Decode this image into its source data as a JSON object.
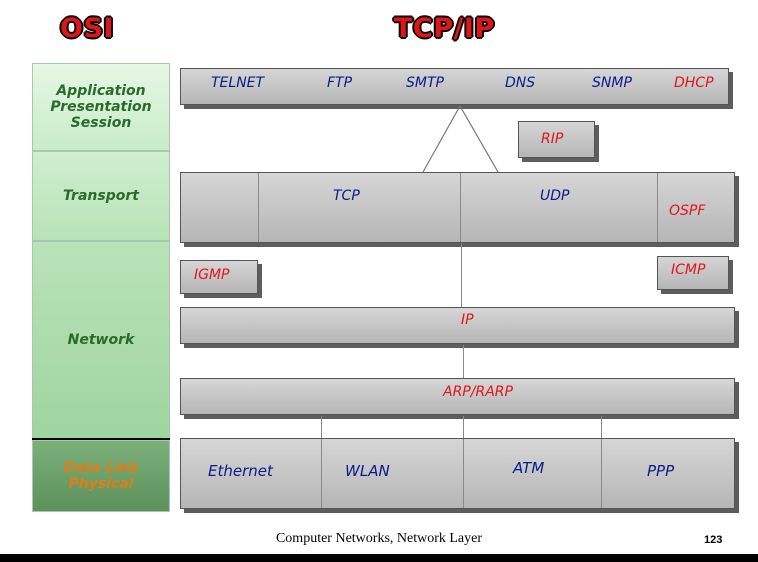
{
  "headers": {
    "osi": "OSI",
    "tcpip": "TCP/IP"
  },
  "osi_layers": {
    "application": "Application",
    "presentation": "Presentation",
    "session": "Session",
    "transport": "Transport",
    "network": "Network",
    "datalink": "Data Link",
    "physical": "Physical"
  },
  "app_protocols": [
    "TELNET",
    "FTP",
    "SMTP",
    "DNS",
    "SNMP",
    "DHCP"
  ],
  "routing": {
    "rip": "RIP",
    "ospf": "OSPF"
  },
  "transport": {
    "tcp": "TCP",
    "udp": "UDP"
  },
  "network": {
    "igmp": "IGMP",
    "icmp": "ICMP",
    "ip": "IP",
    "arp": "ARP/RARP"
  },
  "link": [
    "Ethernet",
    "WLAN",
    "ATM",
    "PPP"
  ],
  "footer": {
    "text": "Computer Networks, Network Layer",
    "page": "123"
  },
  "colors": {
    "blue_text": "#0b1a8a",
    "red_text": "#e3141c",
    "header": "#e0151a"
  }
}
